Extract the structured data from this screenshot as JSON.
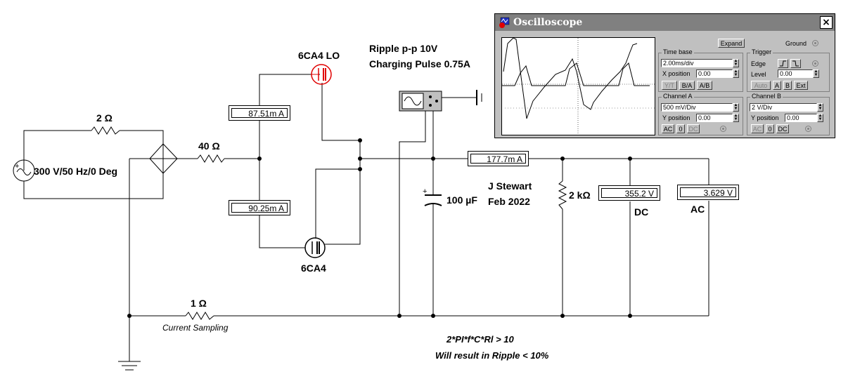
{
  "circuit": {
    "source_label": "300 V/50 Hz/0 Deg",
    "r_series_label": "2 Ω",
    "r_limit_label": "40 Ω",
    "r_sense_label": "1 Ω",
    "r_sense_caption": "Current Sampling",
    "r_load_label": "2 kΩ",
    "capacitor_label": "100 µF",
    "tube_top_label": "6CA4 LO",
    "tube_bottom_label": "6CA4",
    "note_ripple": "Ripple p-p 10V",
    "note_pulse": "Charging Pulse 0.75A",
    "author": "J Stewart",
    "date": "Feb 2022",
    "formula": "2*PI*f*C*Rl > 10",
    "formula_result": "Will result in Ripple < 10%"
  },
  "meters": {
    "top_ammeter": "87.51m A",
    "bottom_ammeter": "90.25m A",
    "load_ammeter": "177.7m A",
    "dc_voltmeter": "355.2  V",
    "dc_label": "DC",
    "ac_voltmeter": "3.629  V",
    "ac_label": "AC"
  },
  "oscilloscope": {
    "title": "Oscilloscope",
    "close": "×",
    "expand": "Expand",
    "ground": "Ground",
    "timebase": {
      "title": "Time base",
      "value": "2.00ms/div",
      "xpos_label": "X position",
      "xpos_value": "0.00",
      "yt": "Y/T",
      "ba": "B/A",
      "ab": "A/B"
    },
    "trigger": {
      "title": "Trigger",
      "edge_label": "Edge",
      "level_label": "Level",
      "level_value": "0.00",
      "auto": "Auto",
      "a": "A",
      "b": "B",
      "ext": "Ext"
    },
    "channel_a": {
      "title": "Channel A",
      "scale": "500 mV/Div",
      "ypos_label": "Y position",
      "ypos_value": "0.00",
      "ac": "AC",
      "zero": "0",
      "dc": "DC"
    },
    "channel_b": {
      "title": "Channel B",
      "scale": "2  V/Div",
      "ypos_label": "Y position",
      "ypos_value": "0.00",
      "ac": "AC",
      "zero": "0",
      "dc": "DC"
    }
  }
}
